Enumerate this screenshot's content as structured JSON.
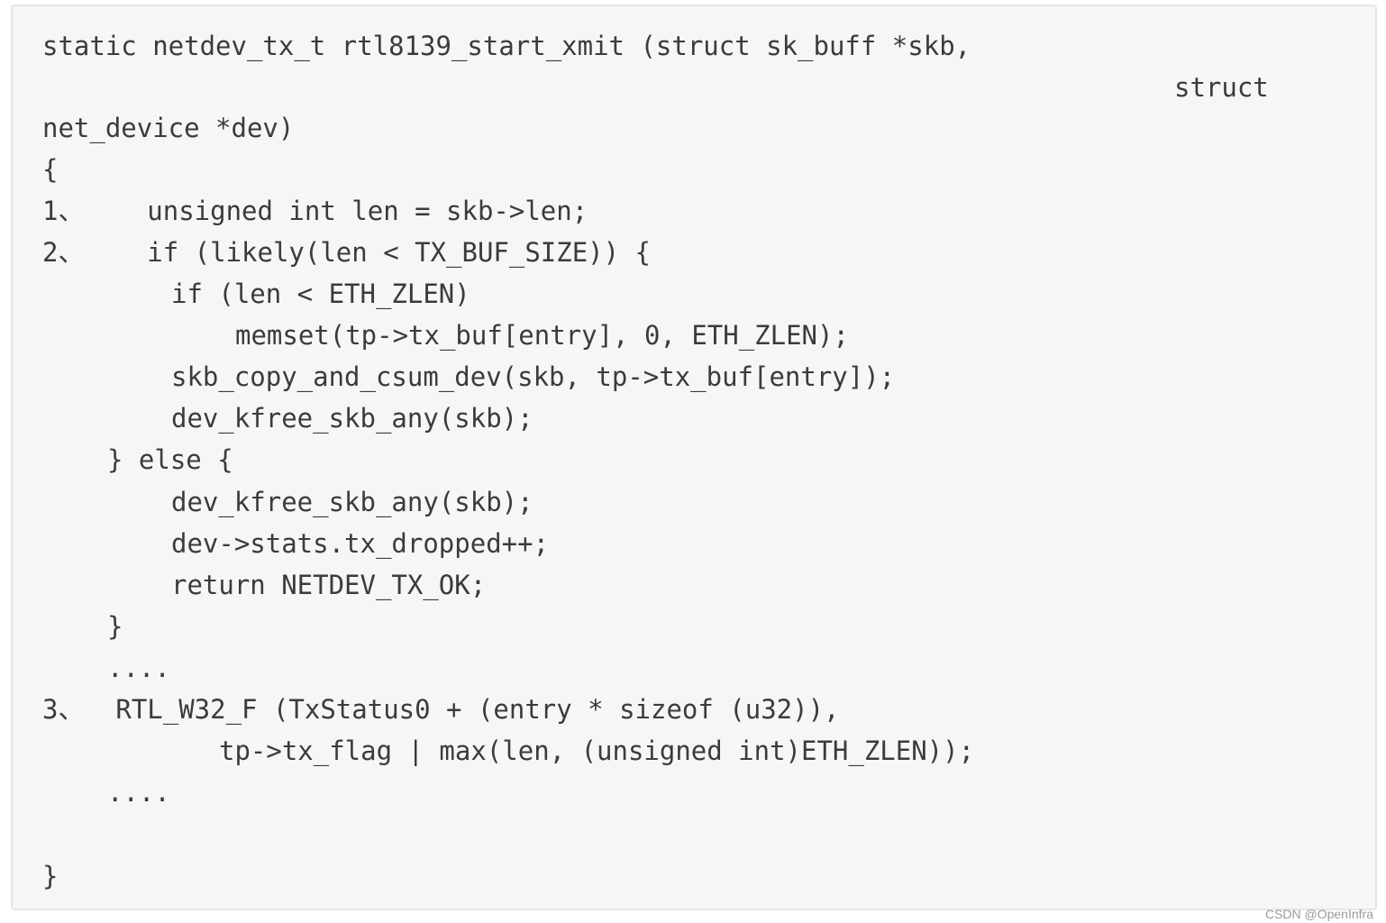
{
  "code": {
    "lines": [
      "static netdev_tx_t rtl8139_start_xmit (struct sk_buff *skb,",
      "struct",
      "net_device *dev)",
      "{",
      "1、    unsigned int len = skb->len;",
      "2、    if (likely(len < TX_BUF_SIZE)) {",
      "if (len < ETH_ZLEN)",
      "memset(tp->tx_buf[entry], 0, ETH_ZLEN);",
      "skb_copy_and_csum_dev(skb, tp->tx_buf[entry]);",
      "dev_kfree_skb_any(skb);",
      "} else {",
      "dev_kfree_skb_any(skb);",
      "dev->stats.tx_dropped++;",
      "return NETDEV_TX_OK;",
      "}",
      "....",
      "3、  RTL_W32_F (TxStatus0 + (entry * sizeof (u32)),",
      "tp->tx_flag | max(len, (unsigned int)ETH_ZLEN));",
      "....",
      "}"
    ]
  },
  "watermark": "CSDN @OpenInfra"
}
